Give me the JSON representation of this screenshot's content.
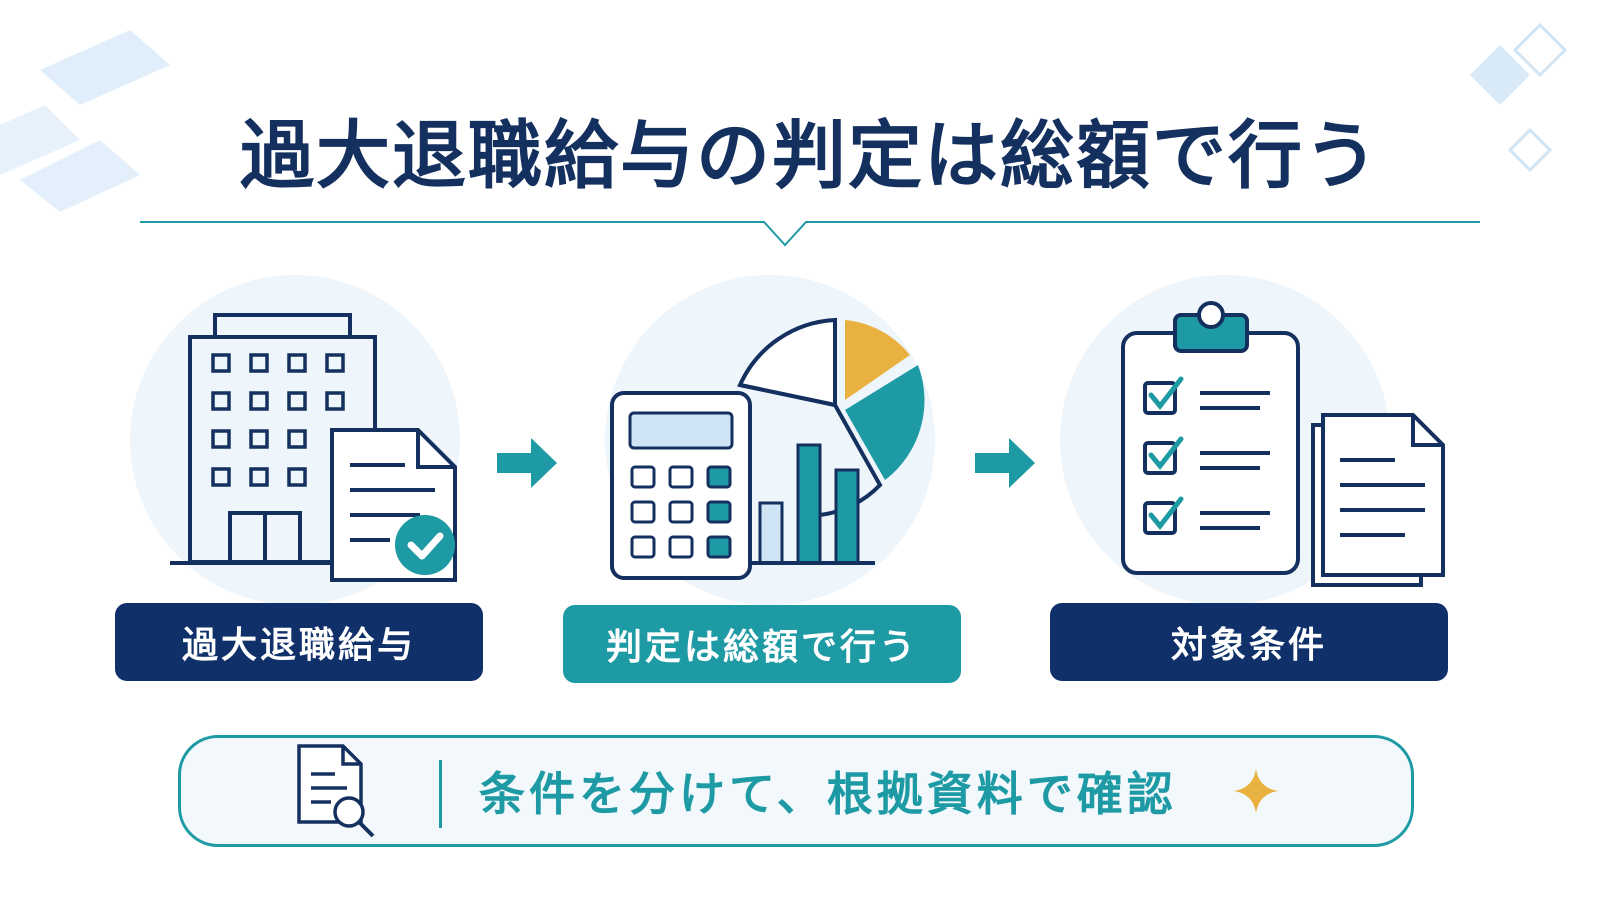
{
  "title": "過大退職給与の判定は総額で行う",
  "steps": [
    {
      "label": "過大退職給与",
      "icon": "building-document-check-icon",
      "color": "#10306a"
    },
    {
      "label": "判定は総額で行う",
      "icon": "calculator-chart-icon",
      "color": "#1e9aa5"
    },
    {
      "label": "対象条件",
      "icon": "clipboard-checklist-icon",
      "color": "#10306a"
    }
  ],
  "banner": {
    "text": "条件を分けて、根拠資料で確認",
    "icon": "document-search-icon",
    "accent_icon": "sparkle-icon"
  },
  "colors": {
    "navy": "#14305f",
    "teal": "#1e9aa5",
    "light_blue": "#eef5fb",
    "accent_yellow": "#e9b13f"
  }
}
